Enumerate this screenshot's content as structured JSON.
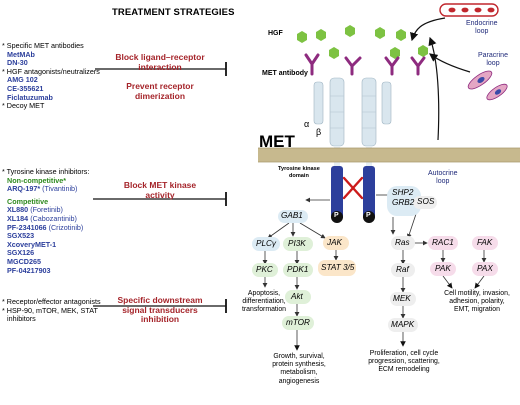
{
  "left_panel": {
    "title": "TREATMENT STRATEGIES",
    "group1": {
      "head": "* Specific MET antibodies",
      "items": [
        "MetMAb",
        "DN-30"
      ],
      "head2": "* HGF antagonists/neutralizers",
      "items2": [
        "AMG 102",
        "CE-355621",
        "Ficlatuzumab"
      ],
      "head3": "* Decoy MET"
    },
    "group2": {
      "head": "* Tyrosine kinase inhibitors:",
      "noncomp": "Non-competitive*",
      "arq_main": "ARQ-197*",
      "arq_paren": "(Tivantinib)",
      "comp": "Competitive",
      "items": [
        {
          "name": "XL880",
          "paren": "(Foretinib)"
        },
        {
          "name": "XL184",
          "paren": "(Cabozantinib)"
        },
        {
          "name": "PF-2341066",
          "paren": "(Crizotinib)"
        },
        {
          "name": "SGX523",
          "paren": ""
        },
        {
          "name": "XcoveryMET-1",
          "paren": ""
        },
        {
          "name": "SGX126",
          "paren": ""
        },
        {
          "name": "MGCD265",
          "paren": ""
        },
        {
          "name": "PF-04217903",
          "paren": ""
        }
      ]
    },
    "group3": {
      "line1": "* Receptor/effector antagonists",
      "line2": "* HSP-90, mTOR, MEK, STAT",
      "line3": "inhibitors"
    }
  },
  "strategies": {
    "s1_line1": "Block ligand–receptor",
    "s1_line2": "interaction",
    "s1b_line1": "Prevent receptor",
    "s1b_line2": "dimerization",
    "s2_line1": "Block MET kinase",
    "s2_line2": "activity",
    "s3_line1": "Specific downstream",
    "s3_line2": "signal transducers",
    "s3_line3": "inhibition"
  },
  "diagram": {
    "hgf": "HGF",
    "met_antibody": "MET antibody",
    "met": "MET",
    "alpha": "α",
    "beta": "β",
    "tk_domain_1": "Tyrosine kinase",
    "tk_domain_2": "domain",
    "p": "P",
    "endocrine_1": "Endocrine",
    "endocrine_2": "loop",
    "paracrine_1": "Paracrine",
    "paracrine_2": "loop",
    "autocrine_1": "Autocrine",
    "autocrine_2": "loop"
  },
  "pathway": {
    "gab1": "GAB1",
    "shp2": "SHP2",
    "grb2": "GRB2",
    "sos": "SOS",
    "plc": "PLCγ",
    "pkc": "PKC",
    "pi3k": "PI3K",
    "pdk1": "PDK1",
    "akt": "Akt",
    "mtor": "mTOR",
    "jak": "JAK",
    "stat": "STAT 3/5",
    "ras": "Ras",
    "raf": "Raf",
    "mek": "MEK",
    "mapk": "MAPK",
    "rac1": "RAC1",
    "pak": "PAK",
    "fak": "FAK",
    "pax": "PAX"
  },
  "outcomes": {
    "o1_l1": "Apoptosis,",
    "o1_l2": "differentiation,",
    "o1_l3": "transformation",
    "o2_l1": "Growth, survival,",
    "o2_l2": "protein synthesis,",
    "o2_l3": "metabolism,",
    "o2_l4": "angiogenesis",
    "o3_l1": "Proliferation, cell cycle",
    "o3_l2": "progression, scattering,",
    "o3_l3": "ECM remodeling",
    "o4_l1": "Cell motility, invasion,",
    "o4_l2": "adhesion, polarity,",
    "o4_l3": "EMT, migration"
  },
  "colors": {
    "hgf_green": "#7dc242",
    "antibody_purple": "#8e2b7f",
    "receptor_light": "#d9e6ee",
    "receptor_dark": "#2d3f9c",
    "membrane": "#c7b98e",
    "strategy_red": "#a5242a",
    "drug_blue": "#2c3f9c",
    "competitive_green": "#2f8a1f",
    "node_blue": "#dcebf4",
    "node_green": "#dff0d8",
    "node_orange": "#fbe6c9",
    "node_pink": "#f6dcea",
    "node_gray": "#eeeeee"
  }
}
